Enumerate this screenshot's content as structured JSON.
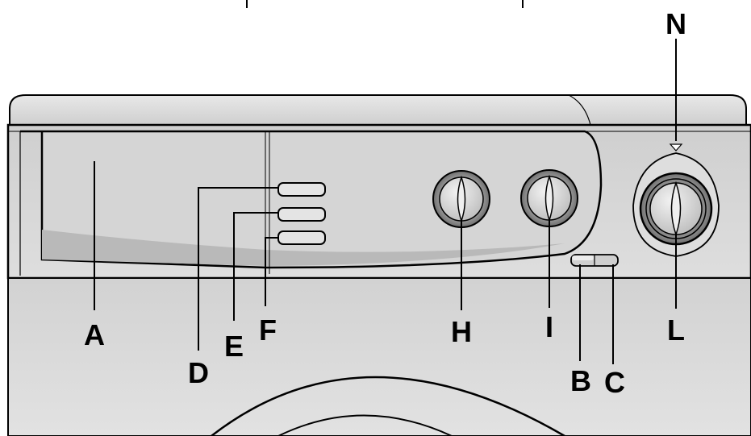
{
  "labels": {
    "A": "A",
    "B": "B",
    "C": "C",
    "D": "D",
    "E": "E",
    "F": "F",
    "H": "H",
    "I": "I",
    "L": "L",
    "N": "N"
  },
  "colors": {
    "panel_fill": "#d7d7d7",
    "panel_light": "#e6e6e6",
    "drawer_shadow": "#b8b8b8",
    "knob_ring": "#8c8c8c",
    "knob_face": "#d9d9d9",
    "stroke": "#000000"
  }
}
